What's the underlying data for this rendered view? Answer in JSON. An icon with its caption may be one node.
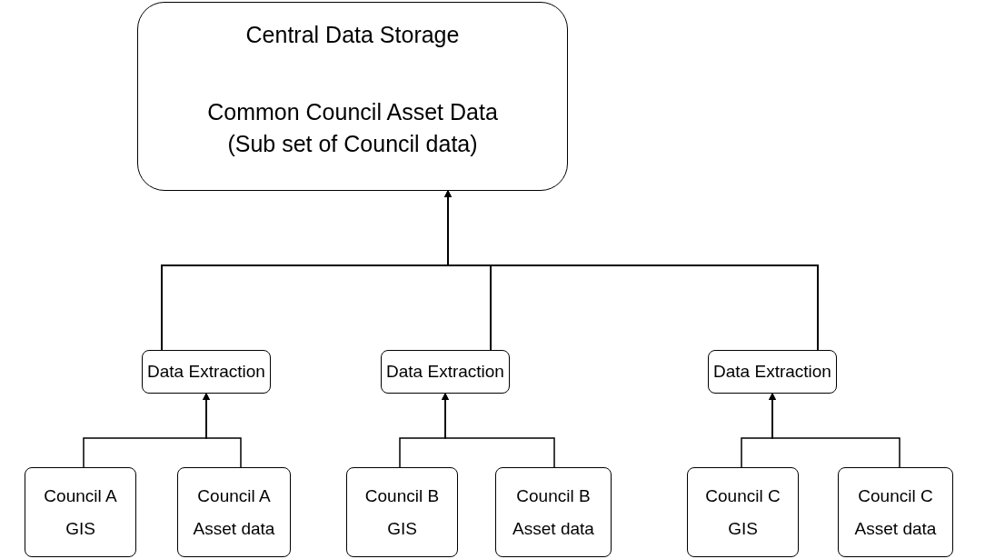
{
  "diagram": {
    "nodes": [
      {
        "text": [
          "Central Data Storage",
          "Common Council Asset Data (Sub set of Council data)"
        ]
      },
      {
        "text": [
          "Data Extraction"
        ]
      },
      {
        "text": [
          "Data Extraction"
        ]
      },
      {
        "text": [
          "Data Extraction"
        ]
      },
      {
        "text": [
          "Council A GIS"
        ]
      },
      {
        "text": [
          "Council A Asset data"
        ]
      },
      {
        "text": [
          "Council B GIS"
        ]
      },
      {
        "text": [
          "Council B Asset data"
        ]
      },
      {
        "text": [
          "Council C GIS"
        ]
      },
      {
        "text": [
          "Council C Asset data"
        ]
      }
    ],
    "edges": [
      {
        "from": 1,
        "to": 0,
        "arrow": "to"
      },
      {
        "from": 2,
        "to": 0,
        "arrow": "to"
      },
      {
        "from": 3,
        "to": 0,
        "arrow": "to"
      },
      {
        "from": 4,
        "to": 1,
        "arrow": "to"
      },
      {
        "from": 5,
        "to": 1,
        "arrow": "to"
      },
      {
        "from": 6,
        "to": 2,
        "arrow": "to"
      },
      {
        "from": 7,
        "to": 2,
        "arrow": "to"
      },
      {
        "from": 8,
        "to": 3,
        "arrow": "to"
      },
      {
        "from": 9,
        "to": 3,
        "arrow": "to"
      }
    ]
  }
}
